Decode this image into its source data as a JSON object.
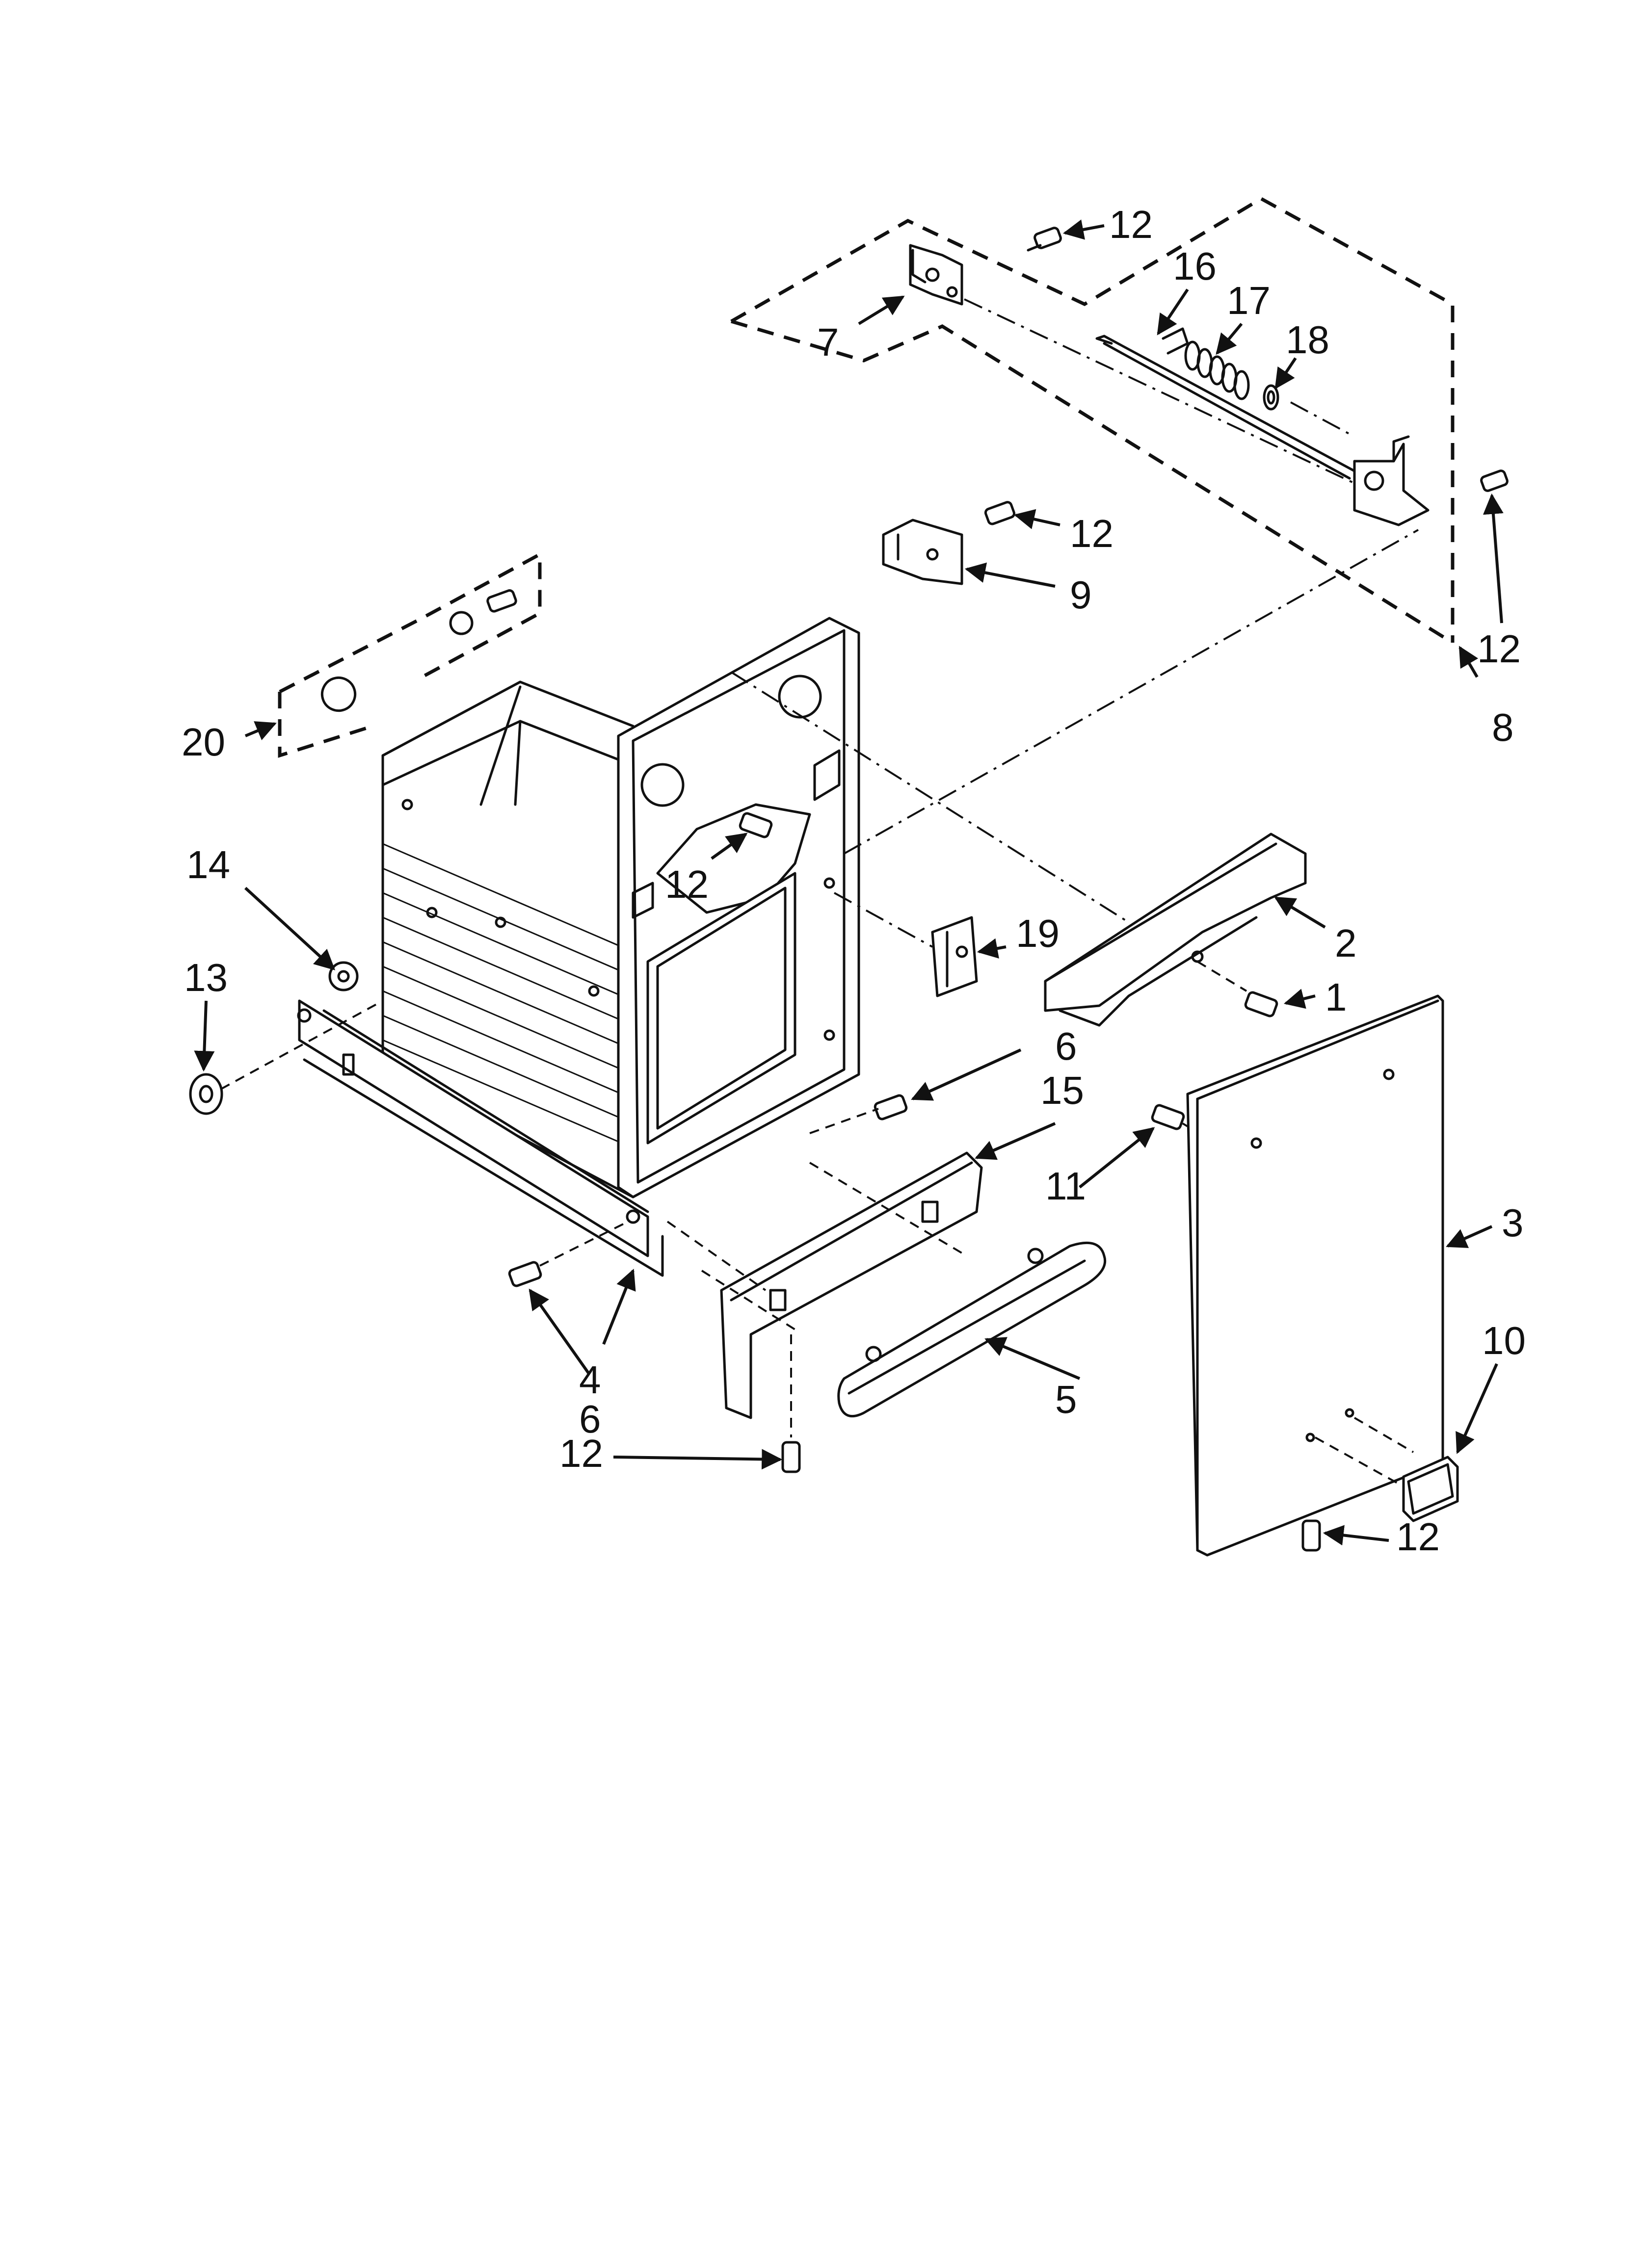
{
  "diagram": {
    "callouts": {
      "c1": "1",
      "c2": "2",
      "c3": "3",
      "c4": "4",
      "c5": "5",
      "c6a": "6",
      "c6b": "6",
      "c7": "7",
      "c8": "8",
      "c9": "9",
      "c10": "10",
      "c11": "11",
      "c12a": "12",
      "c12b": "12",
      "c12c": "12",
      "c12d": "12",
      "c12e": "12",
      "c12f": "12",
      "c13": "13",
      "c14": "14",
      "c15": "15",
      "c16": "16",
      "c17": "17",
      "c18": "18",
      "c19": "19",
      "c20": "20"
    }
  }
}
